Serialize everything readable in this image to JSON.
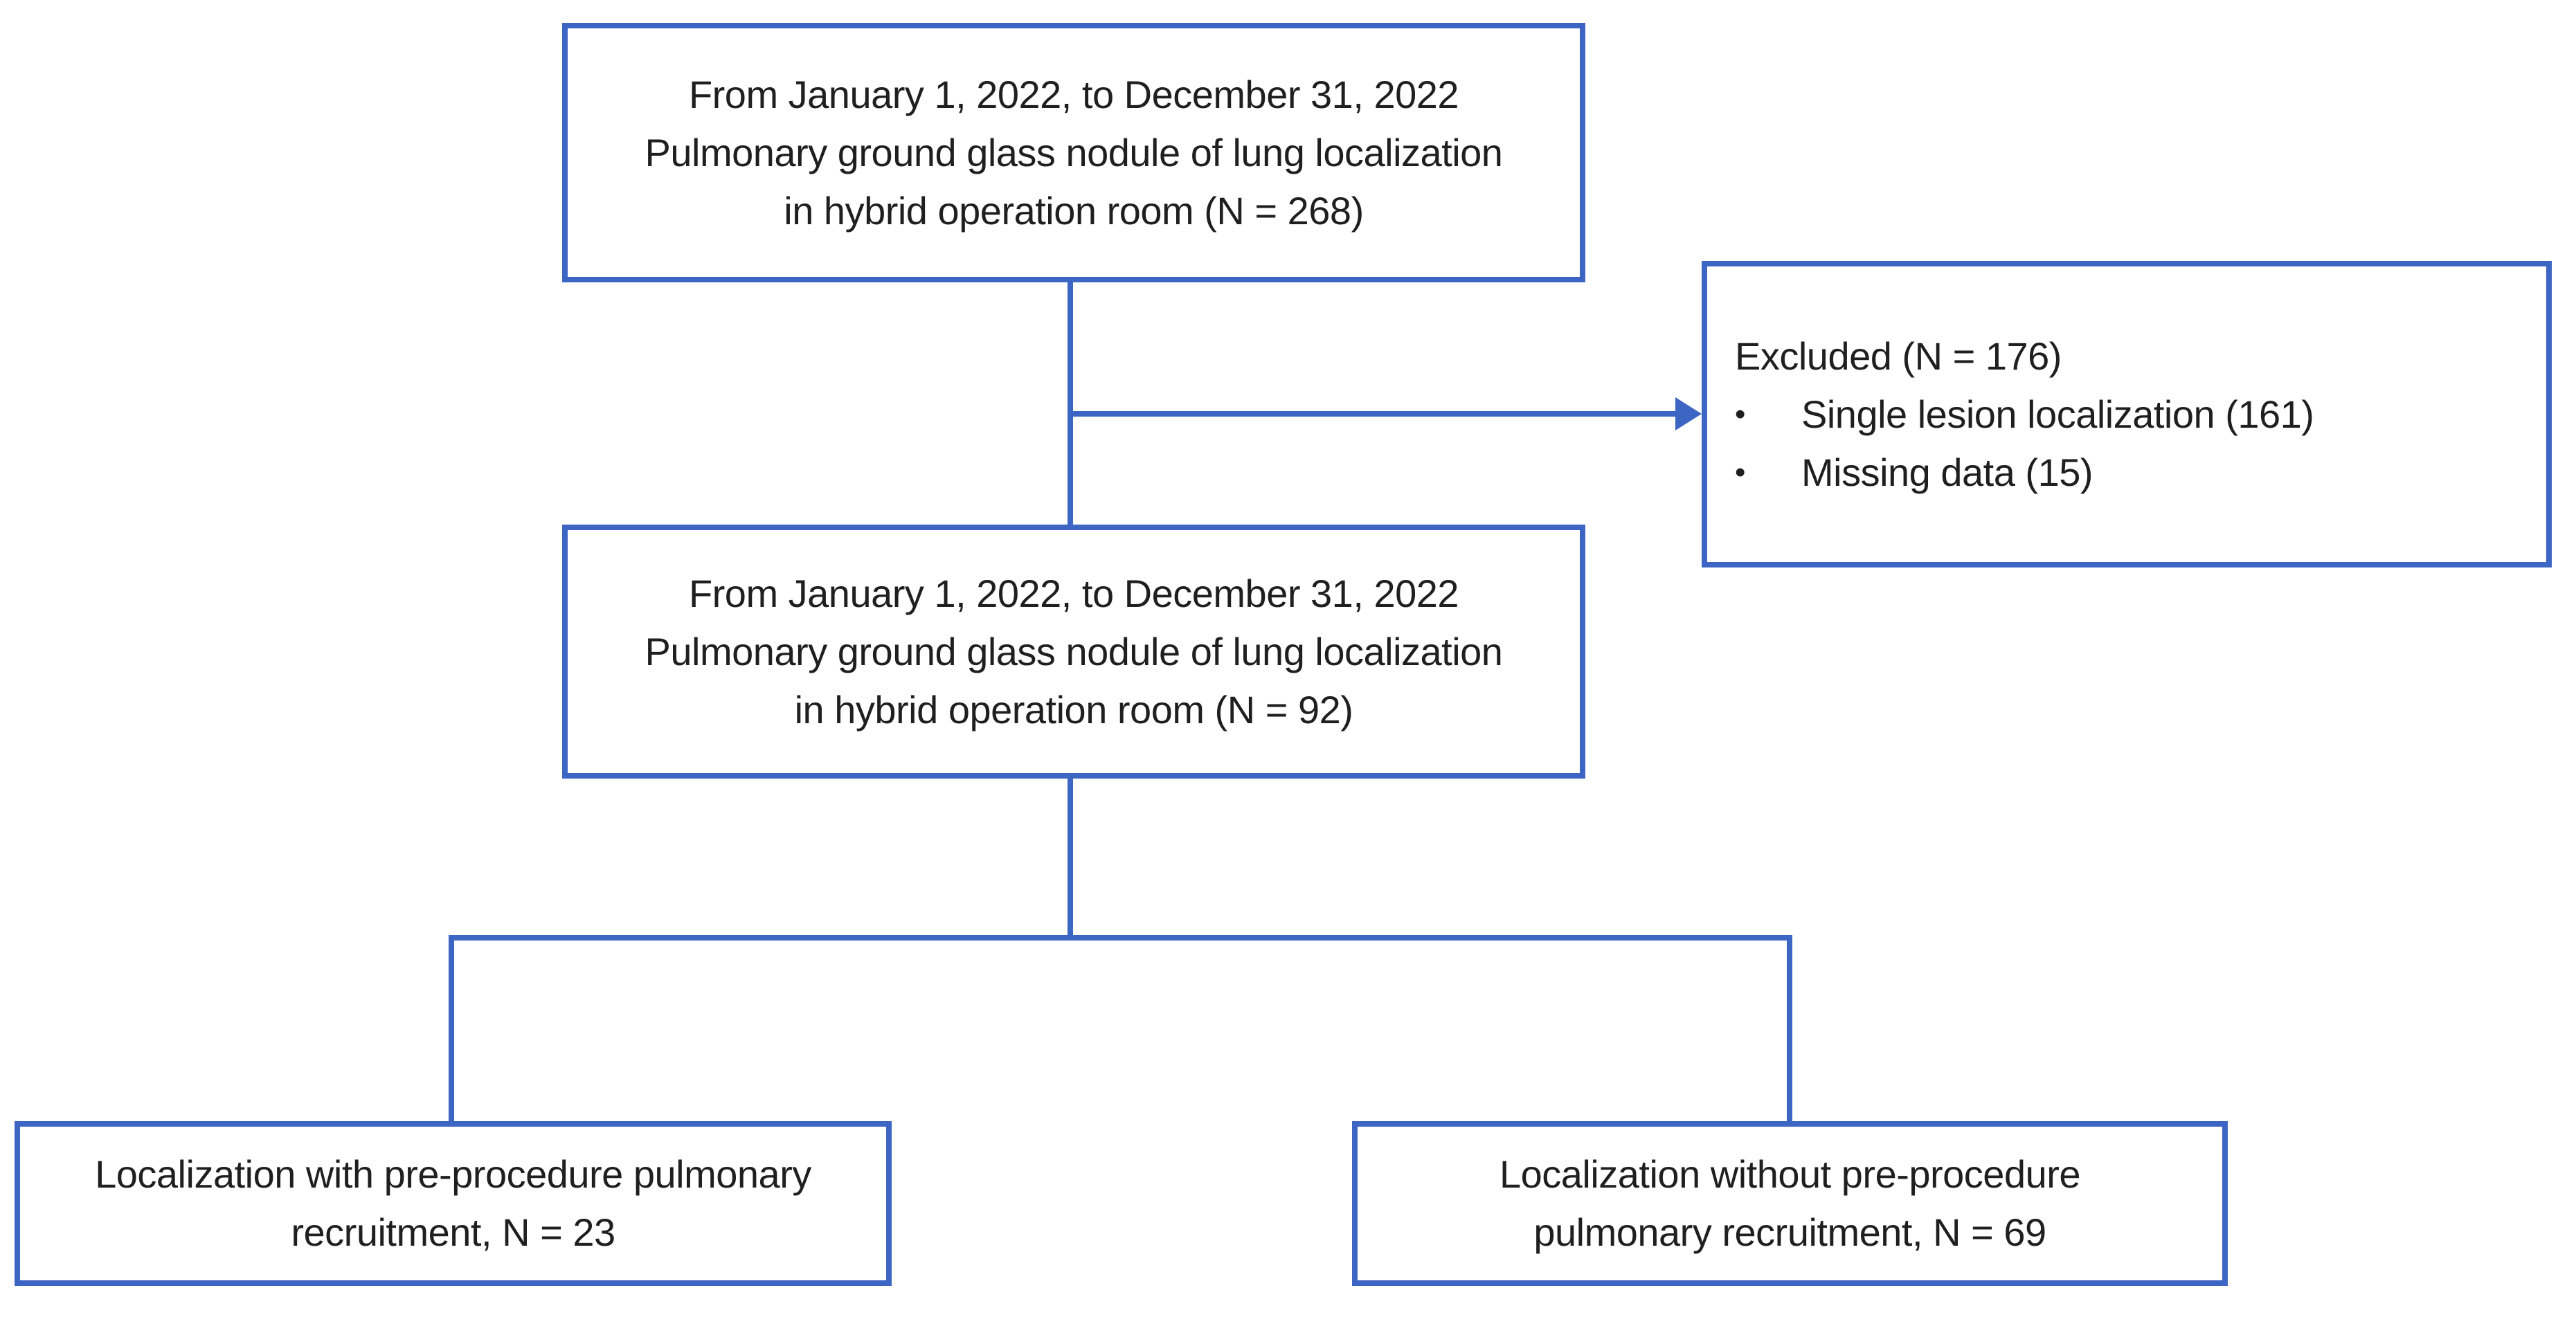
{
  "diagram": {
    "background_color": "#ffffff",
    "line_color": "#3d66c4",
    "text_color": "#1f1f1f",
    "bullet_char": "•",
    "boxes": {
      "initial_cohort": {
        "lines": [
          "From January 1, 2022, to December 31, 2022",
          "Pulmonary ground glass nodule of lung localization",
          "in hybrid operation room (N = 268)"
        ]
      },
      "excluded": {
        "title": "Excluded (N = 176)",
        "bullets": [
          "Single lesion localization (161)",
          "Missing data (15)"
        ]
      },
      "included_cohort": {
        "lines": [
          "From January 1, 2022, to December 31, 2022",
          "Pulmonary ground glass nodule of lung localization",
          "in hybrid operation room (N = 92)"
        ]
      },
      "with_recruitment": {
        "lines": [
          "Localization with pre-procedure pulmonary",
          "recruitment, N = 23"
        ]
      },
      "without_recruitment": {
        "lines": [
          "Localization without pre-procedure",
          "pulmonary recruitment, N = 69"
        ]
      }
    }
  }
}
